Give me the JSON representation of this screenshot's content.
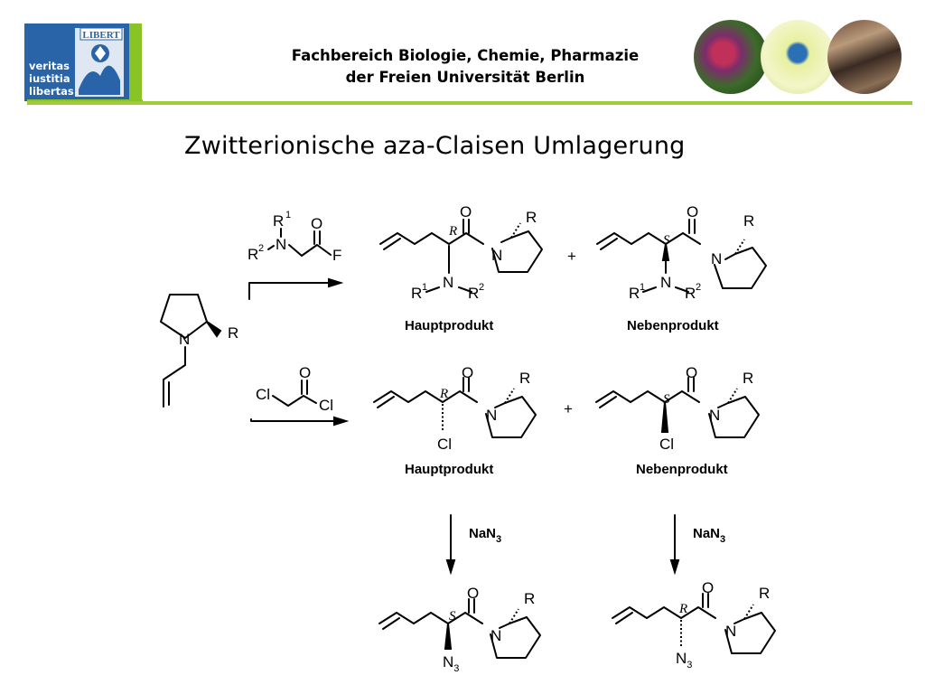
{
  "header": {
    "logo_motto": [
      "veritas",
      "iustitia",
      "libertas"
    ],
    "logo_banner": "LIBERT",
    "line1": "Fachbereich Biologie, Chemie, Pharmazie",
    "line2": "der Freien Universität Berlin"
  },
  "title": "Zwitterionische aza-Claisen Umlagerung",
  "labels": {
    "hauptprodukt": "Hauptprodukt",
    "nebenprodukt": "Nebenprodukt",
    "plus": "+",
    "R": "R",
    "S": "S",
    "N": "N",
    "O": "O",
    "F": "F",
    "Cl": "Cl",
    "R1": "R",
    "R2": "R",
    "sup1": "1",
    "sup2": "2",
    "NaN3": "NaN",
    "N3": "N",
    "sub3": "3"
  },
  "colors": {
    "blue": "#2a64a8",
    "green": "#88c425",
    "rule": "#9fcc3b"
  }
}
